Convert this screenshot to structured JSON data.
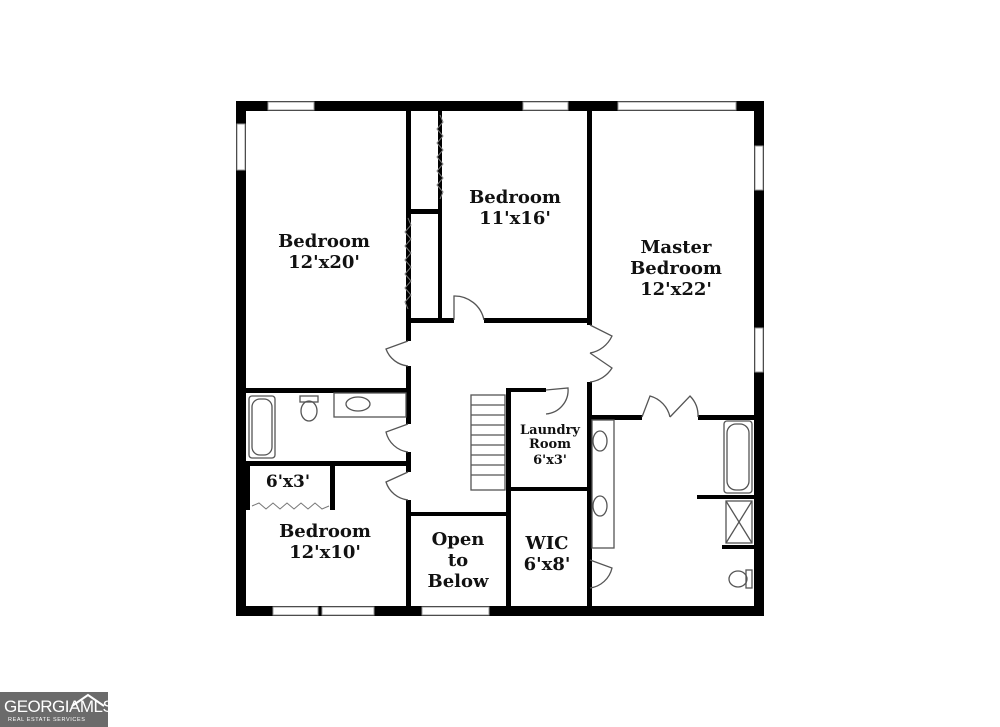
{
  "rooms": {
    "bedroom_left": {
      "name": "Bedroom",
      "size": "12'x20'"
    },
    "bedroom_top": {
      "name": "Bedroom",
      "size": "11'x16'"
    },
    "master": {
      "name_line1": "Master",
      "name_line2": "Bedroom",
      "size": "12'x22'"
    },
    "laundry": {
      "name_line1": "Laundry",
      "name_line2": "Room",
      "size": "6'x3'"
    },
    "closet_small": {
      "size": "6'x3'"
    },
    "bedroom_bottom": {
      "name": "Bedroom",
      "size": "12'x10'"
    },
    "open_below": {
      "line1": "Open",
      "line2": "to",
      "line3": "Below"
    },
    "wic": {
      "name": "WIC",
      "size": "6'x8'"
    }
  },
  "logo": {
    "text": "GEORGIAMLS",
    "subtitle": "REAL ESTATE SERVICES"
  },
  "colors": {
    "wall": "#000000",
    "background": "#ffffff",
    "logo_bg": "#6b6b6b"
  }
}
